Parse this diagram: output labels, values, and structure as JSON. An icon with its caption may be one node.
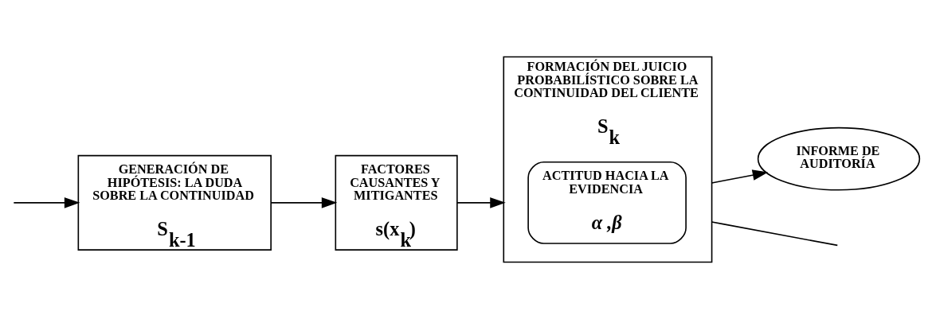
{
  "diagram": {
    "nodes": [
      {
        "text": [
          "GENERACIÓN DE HIPÓTESIS: LA DUDA SOBRE LA CONTINUIDAD",
          "S$_{k-1}$"
        ]
      },
      {
        "text": [
          "FACTORES CAUSANTES Y MITIGANTES",
          "s(x$_{k}$)"
        ]
      },
      {
        "text": [
          "FORMACIÓN DEL JUICIO PROBABILÍSTICO SOBRE LA CONTINUIDAD DEL CLIENTE",
          "S$_{k}$"
        ]
      },
      {
        "text": [
          "ACTITUD HACIA LA EVIDENCIA",
          "α ,β"
        ],
        "in": 2
      },
      {
        "text": [
          "INFORME DE AUDITORÍA"
        ]
      }
    ],
    "edges": [
      {
        "from": null,
        "to": 0,
        "arrow": "to"
      },
      {
        "from": 0,
        "to": 1,
        "arrow": "to"
      },
      {
        "from": 1,
        "to": 2,
        "arrow": "to"
      },
      {
        "from": 2,
        "to": 4,
        "arrow": "to"
      },
      {
        "from": 2,
        "to": null,
        "arrow": "none"
      }
    ]
  }
}
